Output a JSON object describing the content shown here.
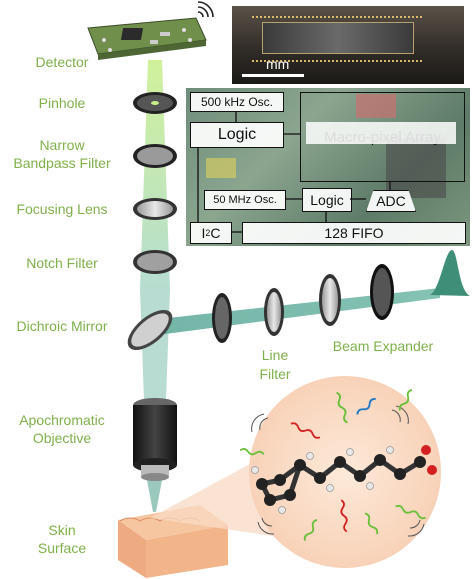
{
  "left_labels": {
    "detector": "Detector",
    "pinhole": "Pinhole",
    "narrow_bandpass_1": "Narrow",
    "narrow_bandpass_2": "Bandpass Filter",
    "focusing_lens": "Focusing Lens",
    "notch_filter": "Notch Filter",
    "dichroic_mirror": "Dichroic Mirror",
    "apochromatic_1": "Apochromatic",
    "apochromatic_2": "Objective",
    "skin_1": "Skin",
    "skin_2": "Surface"
  },
  "path_labels": {
    "line_filter_1": "Line",
    "line_filter_2": "Filter",
    "beam_expander": "Beam Expander"
  },
  "chip_photo": {
    "scale_label": "mm"
  },
  "block_diagram": {
    "osc_500": "500 kHz Osc.",
    "logic_top": "Logic",
    "macro_pixel": "Macro-pixel Array",
    "osc_50": "50 MHz Osc.",
    "logic_mid": "Logic",
    "adc": "ADC",
    "i2c_prefix": "I",
    "i2c_sup": "2",
    "i2c_suffix": "C",
    "fifo": "128 FIFO"
  },
  "colors": {
    "label_green": "#7fb04a",
    "beam_green": "#9bd34a",
    "laser_teal": "#4a9a8a",
    "skin": "#f2b58a"
  }
}
